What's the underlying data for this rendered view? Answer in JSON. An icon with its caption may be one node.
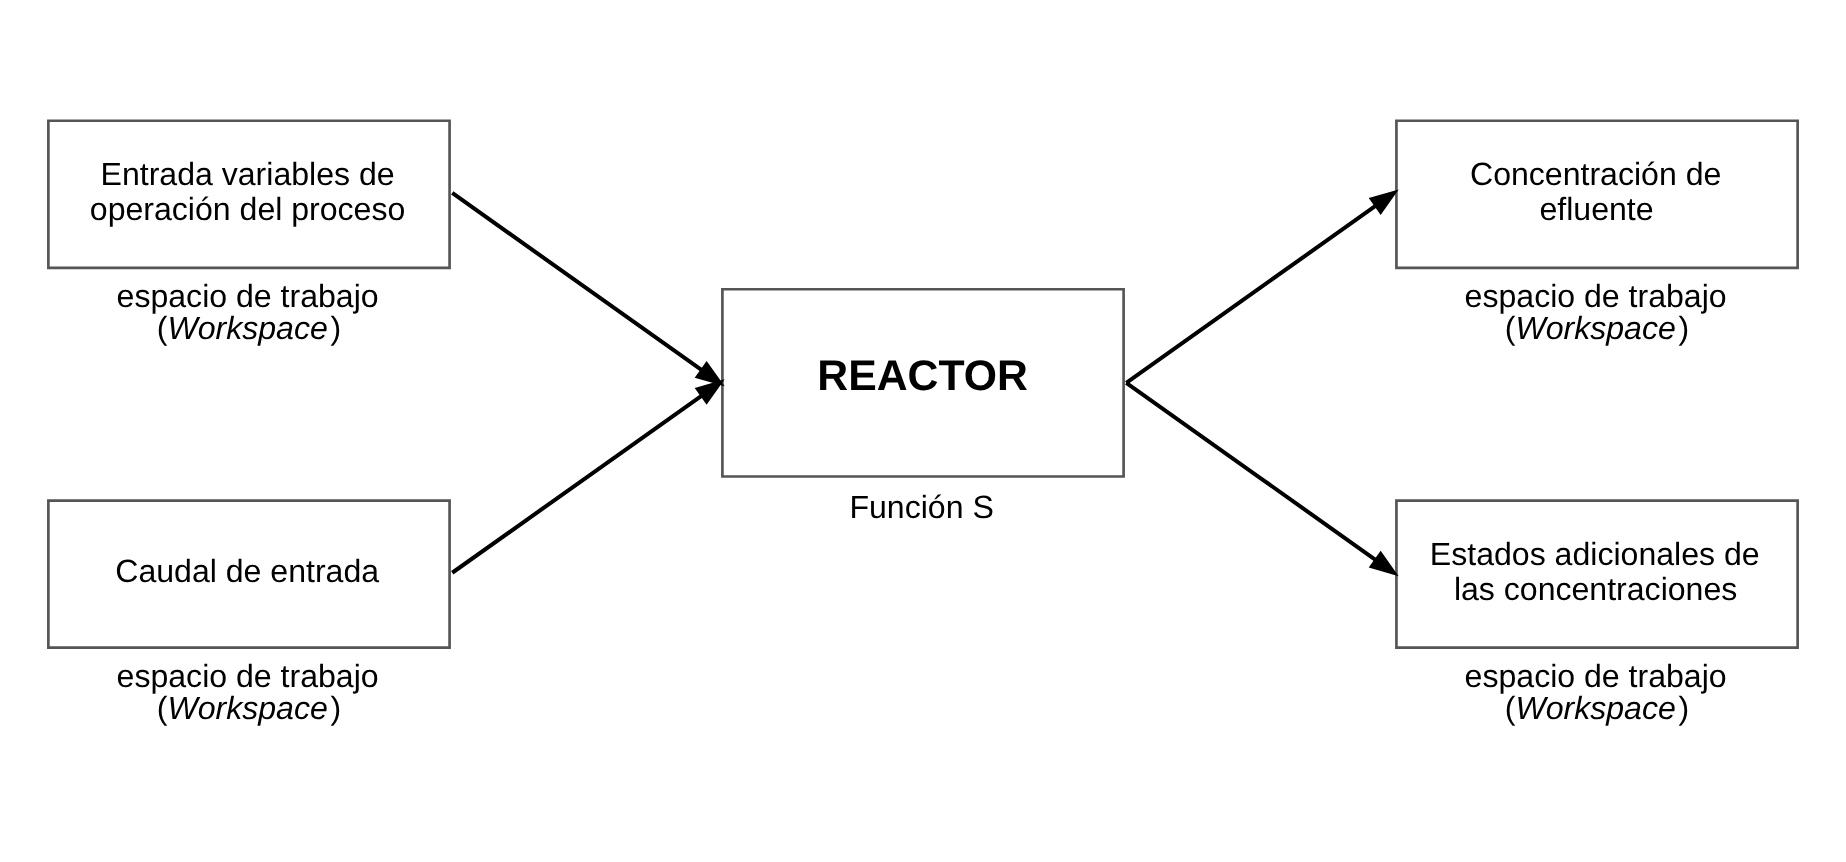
{
  "diagram": {
    "nodes": [
      {
        "text": [
          "Entrada variables de operación del proceso"
        ],
        "beside": [
          "espacio de trabajo (*Workspace*)"
        ]
      },
      {
        "text": [
          "Caudal de entrada"
        ],
        "beside": [
          "espacio de trabajo (*Workspace*)"
        ]
      },
      {
        "text": [
          "REACTOR"
        ],
        "beside": [
          "Función S"
        ]
      },
      {
        "text": [
          "Concentración de efluente"
        ],
        "beside": [
          "espacio de trabajo (*Workspace*)"
        ]
      },
      {
        "text": [
          "Estados adicionales de las concentraciones"
        ],
        "beside": [
          "espacio de trabajo (*Workspace*)"
        ]
      }
    ],
    "edges": [
      {
        "from": 0,
        "to": 2,
        "arrow": "to"
      },
      {
        "from": 1,
        "to": 2,
        "arrow": "to"
      },
      {
        "from": 2,
        "to": 3,
        "arrow": "to"
      },
      {
        "from": 2,
        "to": 4,
        "arrow": "to"
      }
    ]
  }
}
